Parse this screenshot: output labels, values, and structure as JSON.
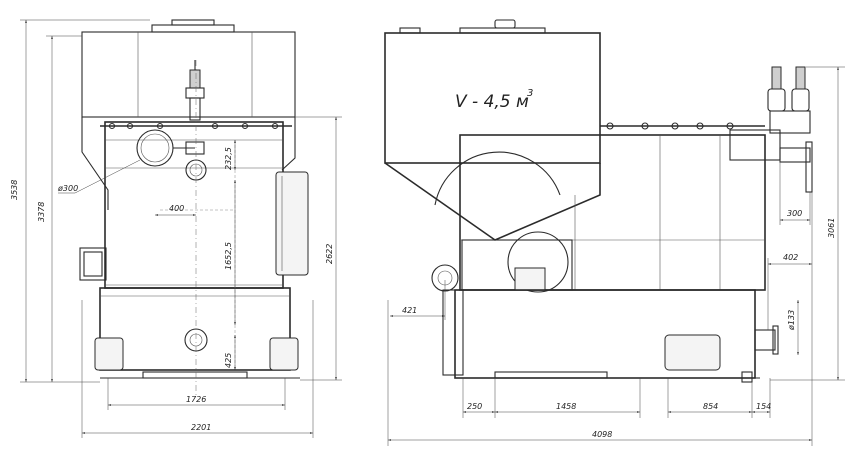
{
  "drawing": {
    "volume_label": "V - 4,5 м",
    "volume_exponent": "3",
    "front_view": {
      "dim_overall_height": "3538",
      "dim_body_height": "3378",
      "dim_right_height": "2622",
      "dim_inner_height": "1652,5",
      "dim_top_offset": "232,5",
      "dim_bottom_offset": "425",
      "dim_offset_400": "400",
      "dim_diameter_300": "ø300",
      "dim_base_width": "1726",
      "dim_overall_width": "2201"
    },
    "side_view": {
      "dim_right_height": "3061",
      "dim_300": "300",
      "dim_402": "402",
      "dim_diameter_133": "ø133",
      "dim_421": "421",
      "dim_250": "250",
      "dim_1458": "1458",
      "dim_854": "854",
      "dim_154": "154",
      "dim_overall_length": "4098"
    }
  }
}
